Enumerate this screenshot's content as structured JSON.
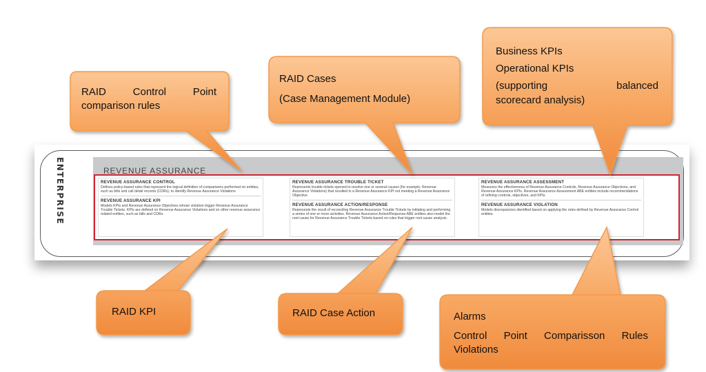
{
  "panel": {
    "side_label": "ENTERPRISE",
    "section_title": "REVENUE ASSURANCE",
    "columns": [
      {
        "entries": [
          {
            "title": "REVENUE ASSURANCE CONTROL",
            "text": "Defines policy-based rules that represent the logical definition of comparisons performed on entities, such as bills and call detail records (CDRs), to identify Revenue Assurance Violations"
          },
          {
            "title": "REVENUE ASSURANCE KPI",
            "text": "Models KPIs and Revenue Assurance Objectives whose violation trigger Revenue Assurance Trouble Tickets. KPIs are defined on Revenue Assurance Violations and on other revenue assurance related entities, such as bills and CDRs."
          }
        ]
      },
      {
        "entries": [
          {
            "title": "REVENUE ASSURANCE TROUBLE TICKET",
            "text": "Represents trouble tickets opened to resolve one or several causes (for example, Revenue Assurance Violations) that resulted in a Revenue Assurance KPI not meeting a Revenue Assurance Objective."
          },
          {
            "title": "REVENUE ASSURANCE ACTION/RESPONSE",
            "text": "Represents the result of reconciling Revenue Assurance Trouble Tickets by initiating and performing a series of one or more activities. Revenue Assurance Action/Response ABE entities also model the root cause for Revenue Assurance Trouble Tickets based on rules that trigger root cause analysis."
          }
        ]
      },
      {
        "entries": [
          {
            "title": "REVENUE ASSURANCE ASSESSMENT",
            "text": "Measures the effectiveness of Revenue Assurance Controls, Revenue Assurance Objectives, and Revenue Assurance KPIs. Revenue Assurance Assessment ABE entities include recommendations of refining controls, objectives, and KPIs."
          },
          {
            "title": "REVENUE ASSURANCE VIOLATION",
            "text": "Models discrepancies identified based on applying the rules defined by Revenue Assurance Control entities."
          }
        ]
      }
    ]
  },
  "callouts": {
    "control_point": {
      "lines": [
        "RAID Control Point",
        "comparison rules"
      ]
    },
    "raid_cases": {
      "lines": [
        "RAID Cases",
        "(Case Management Module)"
      ]
    },
    "business_kpis": {
      "lines": [
        "Business KPIs",
        "Operational KPIs",
        "(supporting balanced",
        "scorecard analysis)"
      ]
    },
    "raid_kpi": {
      "lines": [
        "RAID KPI"
      ]
    },
    "raid_case_action": {
      "lines": [
        "RAID Case Action"
      ]
    },
    "alarms": {
      "lines": [
        "Alarms",
        "Control Point Comparisson Rules",
        "Violations"
      ]
    }
  },
  "colors": {
    "callout_fill_light": "#fbc08a",
    "callout_fill_dark": "#f08a3c",
    "callout_stroke": "#f2994a",
    "frame_red": "#d1242f",
    "band_gray": "#c9cacb"
  }
}
